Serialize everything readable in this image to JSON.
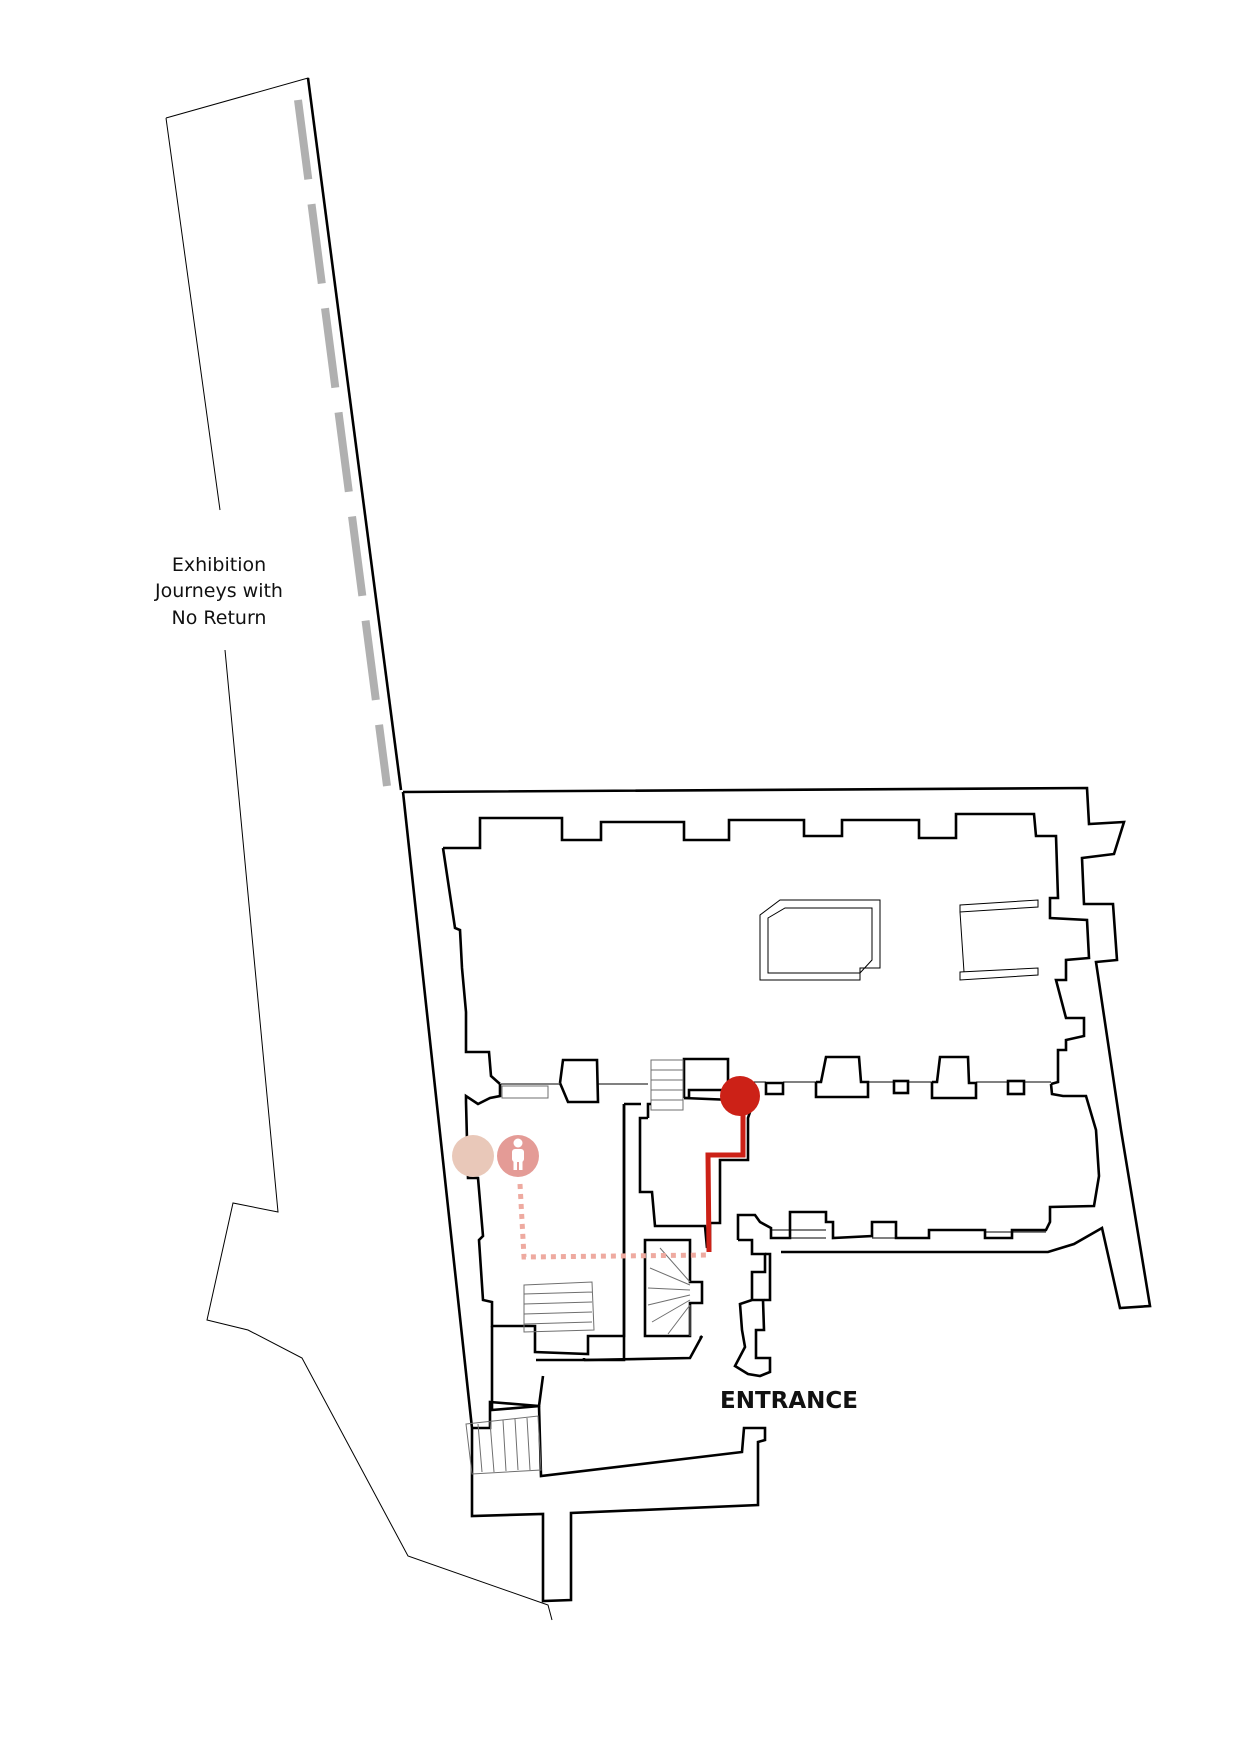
{
  "labels": {
    "exhibition": [
      "Exhibition",
      "Journeys with",
      "No Return"
    ],
    "entrance": "ENTRANCE"
  },
  "icons": {
    "current_position": "location-dot-icon",
    "visitor": "person-icon",
    "previous_stop": "waypoint-circle-icon"
  },
  "colors": {
    "route_active": "#cc2117",
    "route_past": "#eeaaa0",
    "visitor_marker": "#e49b96",
    "previous_marker": "#e9c8b9",
    "walls": "#000000",
    "wall_dashes": "#b0b0b0",
    "stairs": "#6f6f6f"
  }
}
